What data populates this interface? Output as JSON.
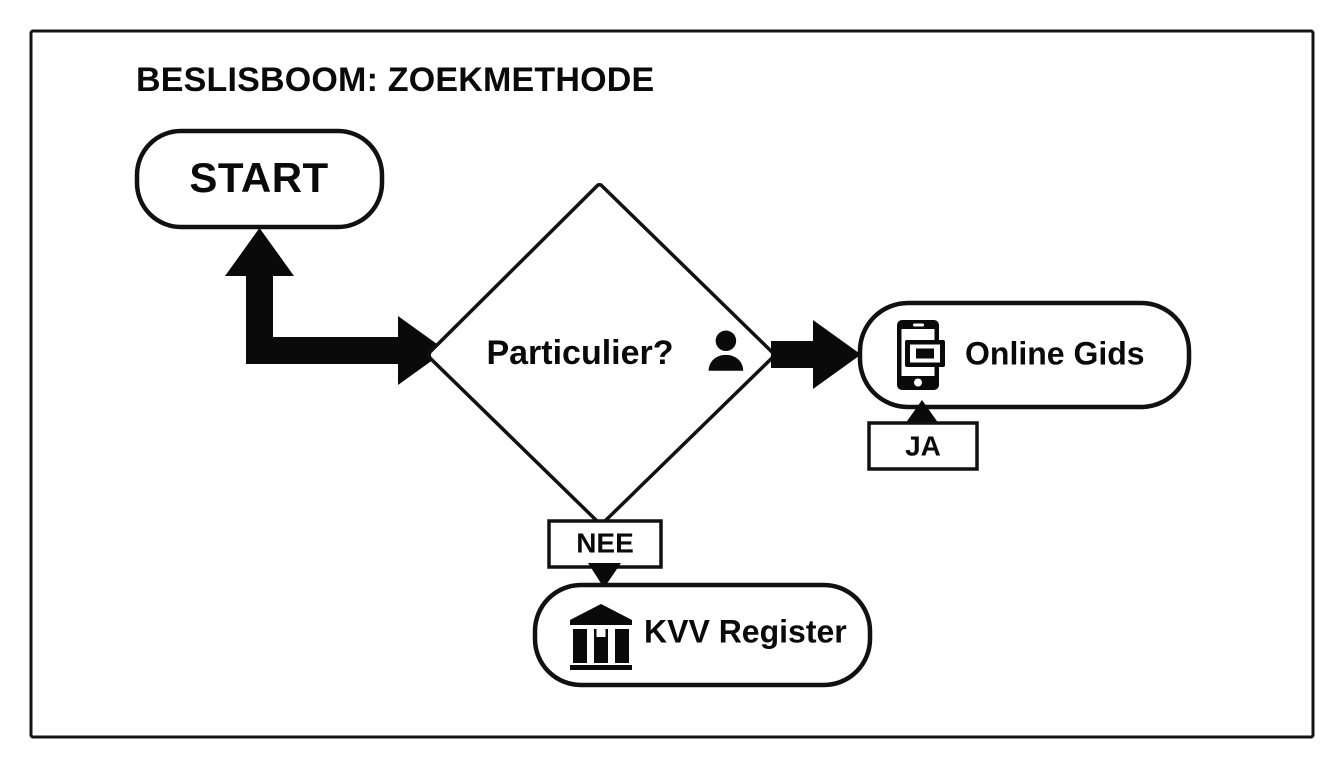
{
  "diagram": {
    "title": "BESLISBOOM: ZOEKMETHODE",
    "type": "decision-tree-flowchart",
    "language": "nl",
    "colors": {
      "background": "#ffffff",
      "stroke": "#111111",
      "text": "#0a0a0a",
      "frame": "#141414"
    },
    "frame": {
      "name": "outer-border"
    },
    "nodes": {
      "start": {
        "label": "START",
        "shape": "rounded-rectangle"
      },
      "decision": {
        "label": "Particulier?",
        "shape": "diamond",
        "icon": "person-icon"
      },
      "online_gids": {
        "label": "Online Gids",
        "shape": "rounded-rectangle",
        "icon": "mobile-phone-icon"
      },
      "kvv_register": {
        "label": "KVV Register",
        "shape": "rounded-rectangle",
        "icon": "bank-building-icon"
      }
    },
    "edge_labels": {
      "yes": "JA",
      "no": "NEE"
    },
    "edges": [
      {
        "name": "start-to-decision",
        "from": "start",
        "to": "decision",
        "style": "thick-elbow-double-arrow",
        "label": ""
      },
      {
        "name": "decision-to-online-gids",
        "from": "decision",
        "to": "online_gids",
        "style": "thick-straight-arrow",
        "label": "JA"
      },
      {
        "name": "decision-to-kvv-register",
        "from": "decision",
        "to": "kvv_register",
        "style": "thin-arrow",
        "label": "NEE"
      }
    ]
  }
}
